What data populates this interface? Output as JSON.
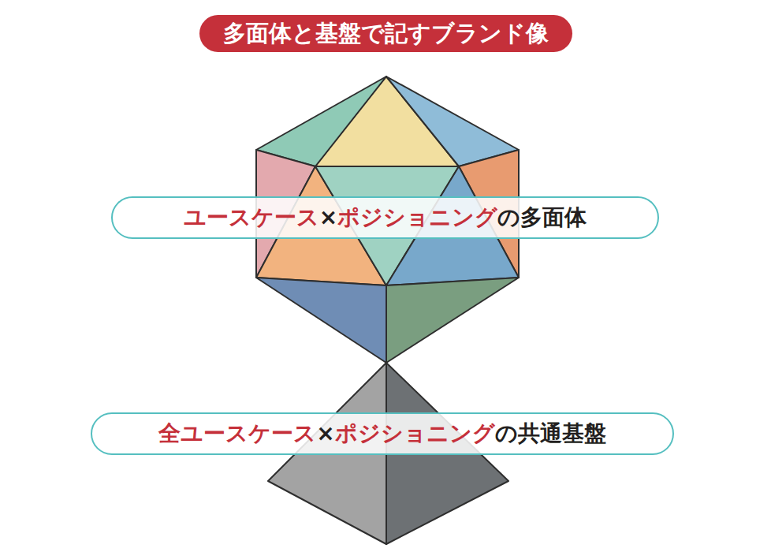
{
  "diagram": {
    "title": "多面体と基盤で記すブランド像",
    "nodes": [
      {
        "text": [
          "ユースケース",
          "×",
          "ポジショニング",
          "の多面体"
        ]
      },
      {
        "text": [
          "全ユースケース",
          "×",
          "ポジショニング",
          "の共通基盤"
        ]
      }
    ]
  }
}
